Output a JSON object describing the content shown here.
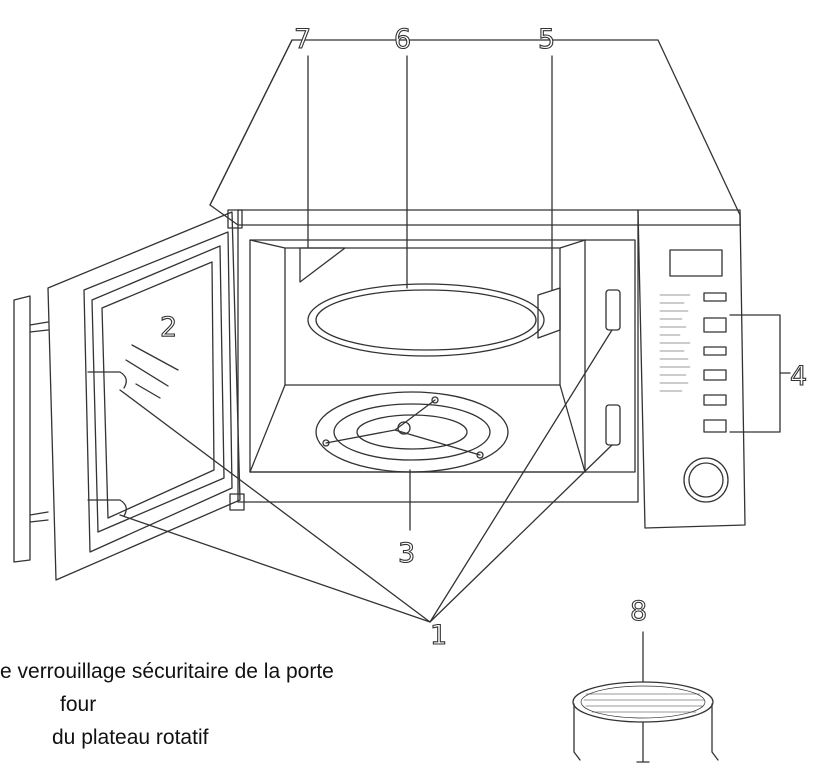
{
  "diagram": {
    "stroke_color": "#333333",
    "callouts": [
      {
        "id": "1",
        "label": "1"
      },
      {
        "id": "2",
        "label": "2"
      },
      {
        "id": "3",
        "label": "3"
      },
      {
        "id": "4",
        "label": "4"
      },
      {
        "id": "5",
        "label": "5"
      },
      {
        "id": "6",
        "label": "6"
      },
      {
        "id": "7",
        "label": "7"
      },
      {
        "id": "8",
        "label": "8"
      }
    ],
    "legend": [
      "e verrouillage sécuritaire de la porte",
      "four",
      "du plateau rotatif"
    ]
  }
}
